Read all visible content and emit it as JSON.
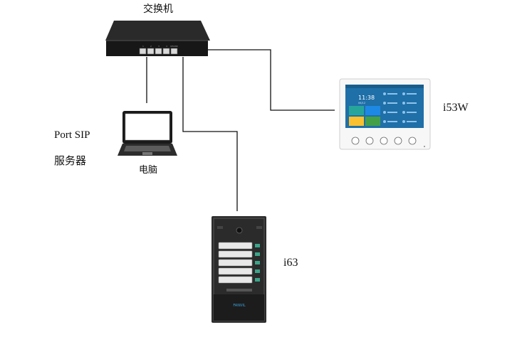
{
  "switch": {
    "label": "交换机",
    "port_labels": [
      "1",
      "2",
      "3",
      "4",
      "UPLINK"
    ]
  },
  "computer": {
    "label_line1": "Port SIP",
    "label_line2": "服务器",
    "caption": "电脑"
  },
  "indoor_monitor": {
    "label": "i53W",
    "screen_time": "11:38",
    "screen_date": "06/12"
  },
  "door_phone": {
    "label": "i63",
    "reader_label": "FANVIL"
  },
  "colors": {
    "cable": "#111111",
    "switch_body": "#1b1b1b",
    "monitor_screen": "#1f6fa8",
    "door_panel": "#2b2b2b"
  }
}
